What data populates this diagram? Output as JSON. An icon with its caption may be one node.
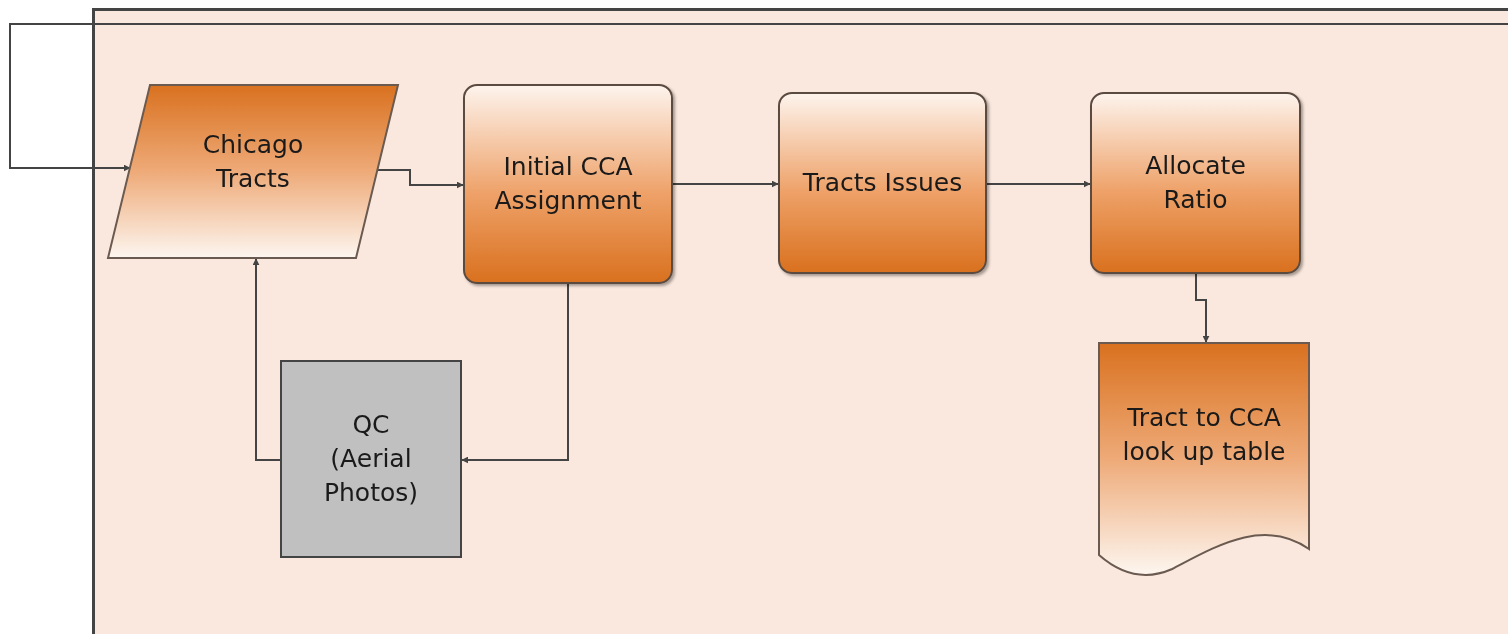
{
  "diagram": {
    "nodes": [
      {
        "text": [
          "Chicago Tracts"
        ]
      },
      {
        "text": [
          "Initial CCA Assignment"
        ]
      },
      {
        "text": [
          "Tracts Issues"
        ]
      },
      {
        "text": [
          "Allocate Ratio"
        ]
      },
      {
        "text": [
          "Tract to CCA look up table"
        ]
      },
      {
        "text": [
          "QC (Aerial Photos)"
        ]
      }
    ],
    "edges": [
      {
        "from": null,
        "to": 0,
        "arrow": "to"
      },
      {
        "from": 0,
        "to": 1,
        "arrow": "to"
      },
      {
        "from": 1,
        "to": 2,
        "arrow": "to"
      },
      {
        "from": 2,
        "to": 3,
        "arrow": "to"
      },
      {
        "from": 3,
        "to": 4,
        "arrow": "to"
      },
      {
        "from": 1,
        "to": 5,
        "arrow": "to"
      },
      {
        "from": 5,
        "to": 0,
        "arrow": "to"
      }
    ]
  }
}
